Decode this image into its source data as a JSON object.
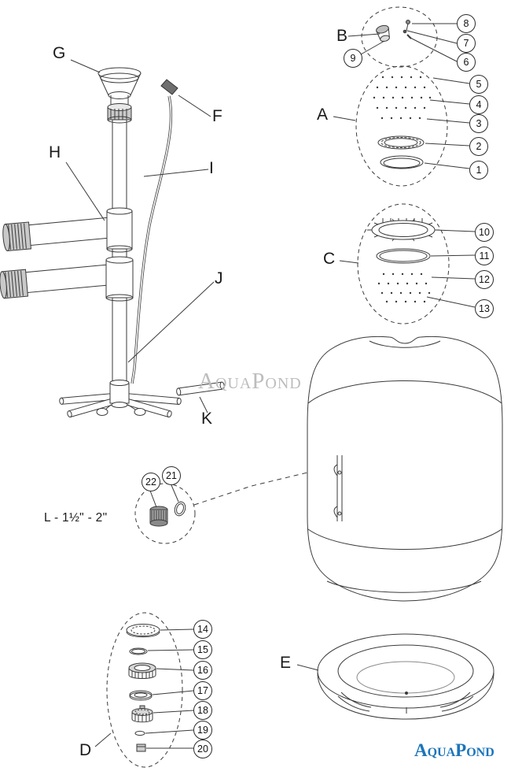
{
  "colors": {
    "line": "#3a3a3a",
    "watermark_grey": "#bdbdbd",
    "logo_blue": "#1b75bb"
  },
  "watermark_text": "AquaPond",
  "logo_text": "AquaPond",
  "labels": {
    "A": "A",
    "B": "B",
    "C": "C",
    "D": "D",
    "E": "E",
    "F": "F",
    "G": "G",
    "H": "H",
    "I": "I",
    "J": "J",
    "K": "K",
    "L": "L - 1½\" - 2\""
  },
  "callouts": {
    "c1": "1",
    "c2": "2",
    "c3": "3",
    "c4": "4",
    "c5": "5",
    "c6": "6",
    "c7": "7",
    "c8": "8",
    "c9": "9",
    "c10": "10",
    "c11": "11",
    "c12": "12",
    "c13": "13",
    "c14": "14",
    "c15": "15",
    "c16": "16",
    "c17": "17",
    "c18": "18",
    "c19": "19",
    "c20": "20",
    "c21": "21",
    "c22": "22"
  }
}
